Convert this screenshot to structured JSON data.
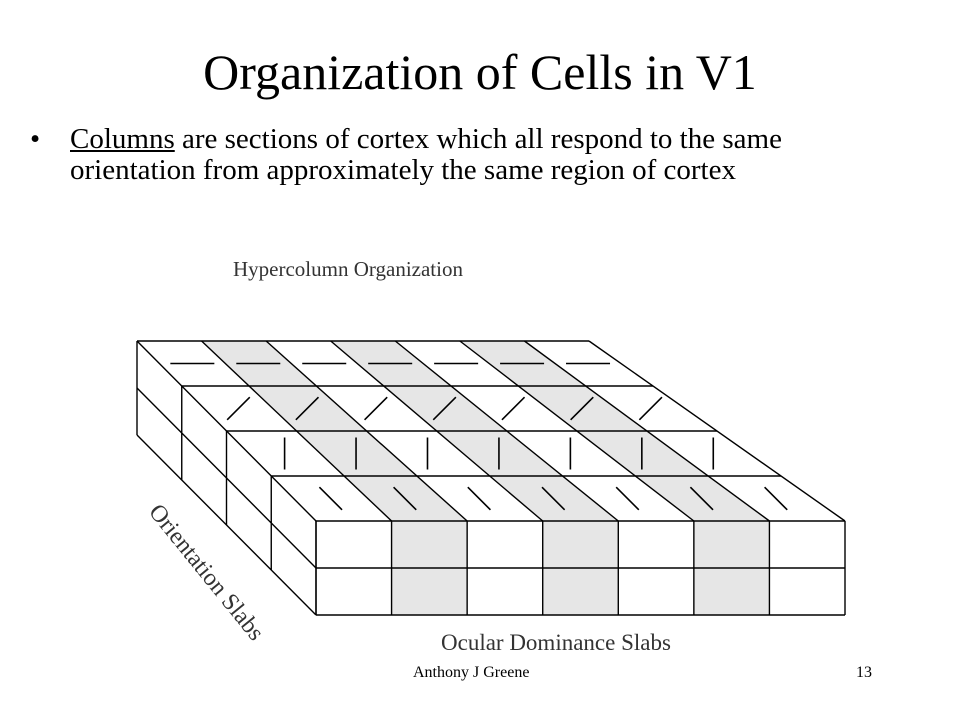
{
  "slide": {
    "title": "Organization of Cells in V1",
    "bullet": {
      "symbol": "•",
      "term": "Columns",
      "text": " are sections of cortex which all respond to the same orientation from approximately the same region of cortex"
    }
  },
  "diagram": {
    "title": "Hypercolumn Organization",
    "label_orientation": "Orientation Slabs",
    "label_ocular": "Ocular Dominance Slabs",
    "orientation_rows": [
      {
        "angle_deg": 0
      },
      {
        "angle_deg": 45
      },
      {
        "angle_deg": 90
      },
      {
        "angle_deg": 135
      }
    ],
    "ocular_columns_shaded": [
      false,
      true,
      false,
      true,
      false,
      true,
      false
    ],
    "colors": {
      "shade": "#e6e6e6",
      "line": "#000000",
      "label": "#333333"
    }
  },
  "footer": {
    "author": "Anthony J Greene",
    "page": "13"
  }
}
